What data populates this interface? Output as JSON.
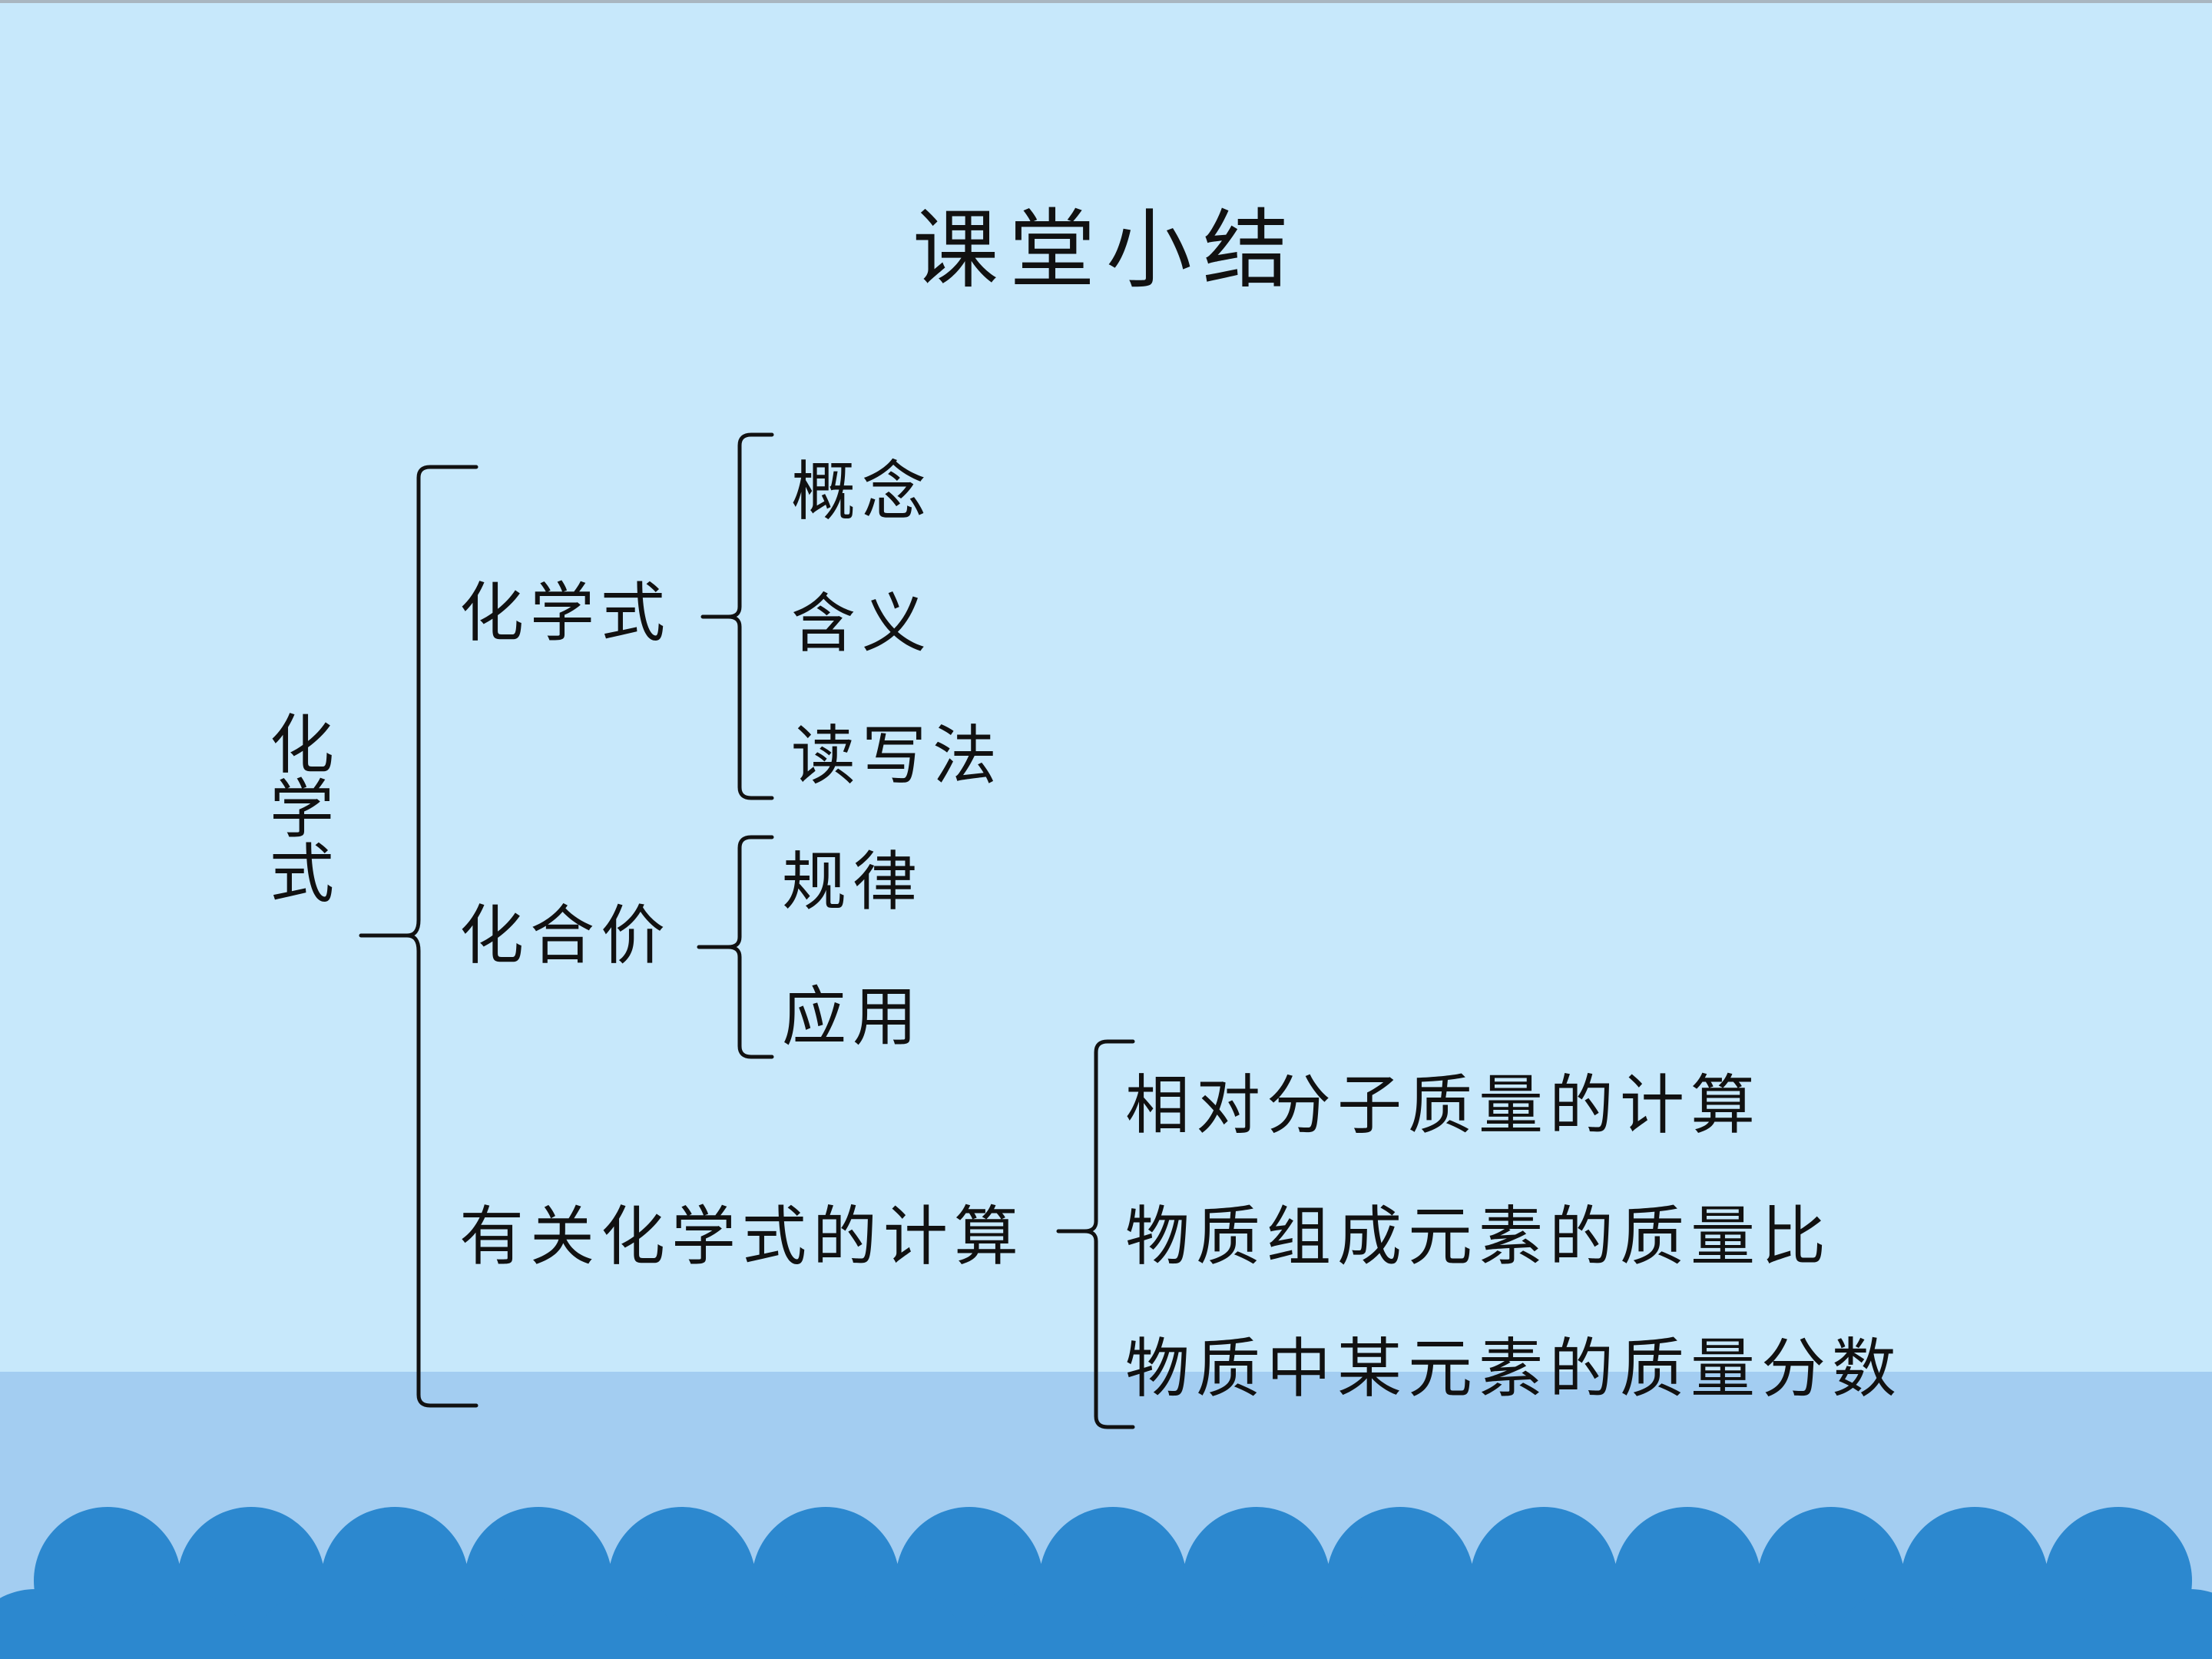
{
  "title": "课堂小结",
  "root": "化学式",
  "branches": [
    {
      "label": "化学式",
      "items": [
        "概念",
        "含义",
        "读写法"
      ]
    },
    {
      "label": "化合价",
      "items": [
        "规律",
        "应用"
      ]
    },
    {
      "label": "有关化学式的计算",
      "items": [
        "相对分子质量的计算",
        "物质组成元素的质量比",
        "物质中某元素的质量分数"
      ]
    }
  ],
  "colors": {
    "background": "#c7e8fb",
    "band": "#a3cdf1",
    "waves": "#2c88cf"
  }
}
